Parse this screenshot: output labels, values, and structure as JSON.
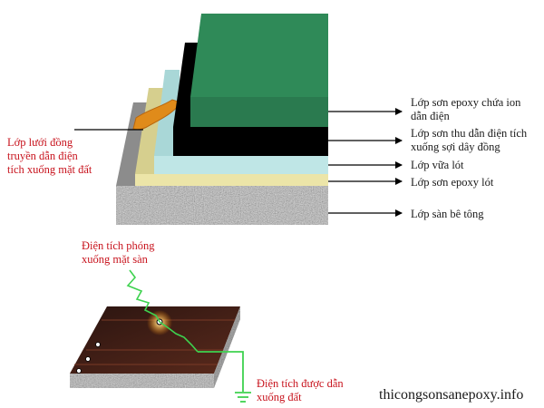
{
  "colors": {
    "concrete": "#b9b9b9",
    "primer": "#ece5a8",
    "mortar": "#bfe6e6",
    "conductive_coat": "#000000",
    "top_coat": "#2a7a4f",
    "copper": "#e08b1a",
    "red_text": "#c8141e",
    "discharge_line": "#34d24a"
  },
  "labels": {
    "top_coat": [
      "Lớp sơn epoxy chứa ion",
      "dẫn điện"
    ],
    "conductive_coat": [
      "Lớp sơn thu dẫn điện tích",
      "xuống sợi dây đồng"
    ],
    "mortar": "Lớp vữa lót",
    "primer": "Lớp sơn epoxy lót",
    "concrete": "Lớp sàn bê tông",
    "copper_mesh": [
      "Lớp lưới đồng",
      "truyền dẫn điện",
      "tích xuống mặt đất"
    ],
    "discharge": [
      "Điện tích phóng",
      "xuống mặt sàn"
    ],
    "grounded": [
      "Điện tích được dẫn",
      "xuống đất"
    ]
  },
  "watermark": "thicongsonsanepoxy.info"
}
